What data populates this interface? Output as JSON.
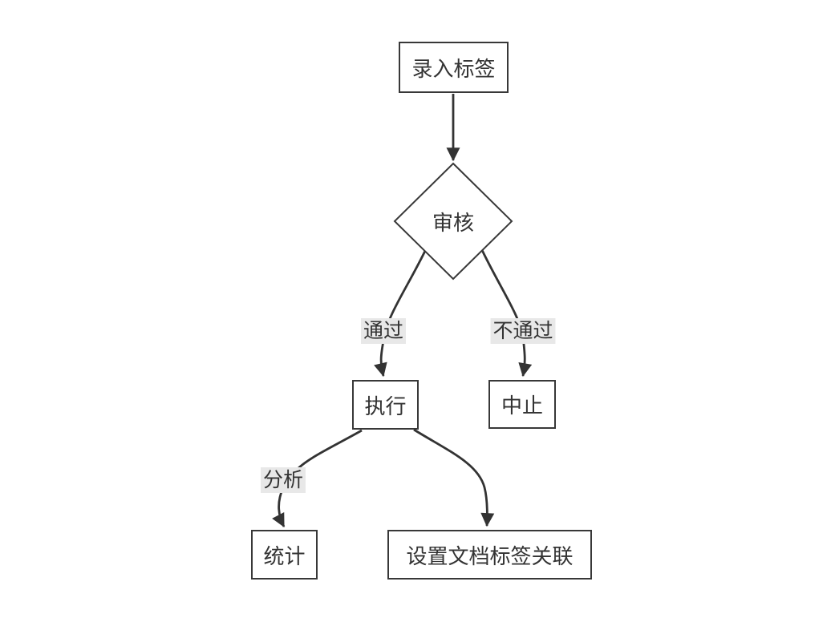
{
  "diagram": {
    "title": "tag-review-flowchart",
    "nodes": {
      "start": {
        "label": "录入标签",
        "shape": "rect"
      },
      "review": {
        "label": "审核",
        "shape": "diamond"
      },
      "execute": {
        "label": "执行",
        "shape": "rect"
      },
      "abort": {
        "label": "中止",
        "shape": "rect"
      },
      "stats": {
        "label": "统计",
        "shape": "rect"
      },
      "setdoc": {
        "label": "设置文档标签关联",
        "shape": "rect"
      }
    },
    "edge_labels": {
      "pass": "通过",
      "fail": "不通过",
      "analyze": "分析"
    },
    "edges": [
      {
        "from": "start",
        "to": "review",
        "label": ""
      },
      {
        "from": "review",
        "to": "execute",
        "label": "通过"
      },
      {
        "from": "review",
        "to": "abort",
        "label": "不通过"
      },
      {
        "from": "execute",
        "to": "stats",
        "label": "分析"
      },
      {
        "from": "execute",
        "to": "setdoc",
        "label": ""
      }
    ],
    "colors": {
      "background": "#ffffff",
      "edge_line": "#333333",
      "node_border": "#383838",
      "node_fill": "#ffffff",
      "text": "#333333",
      "edge_label_bg": "#e8e8e8"
    }
  }
}
